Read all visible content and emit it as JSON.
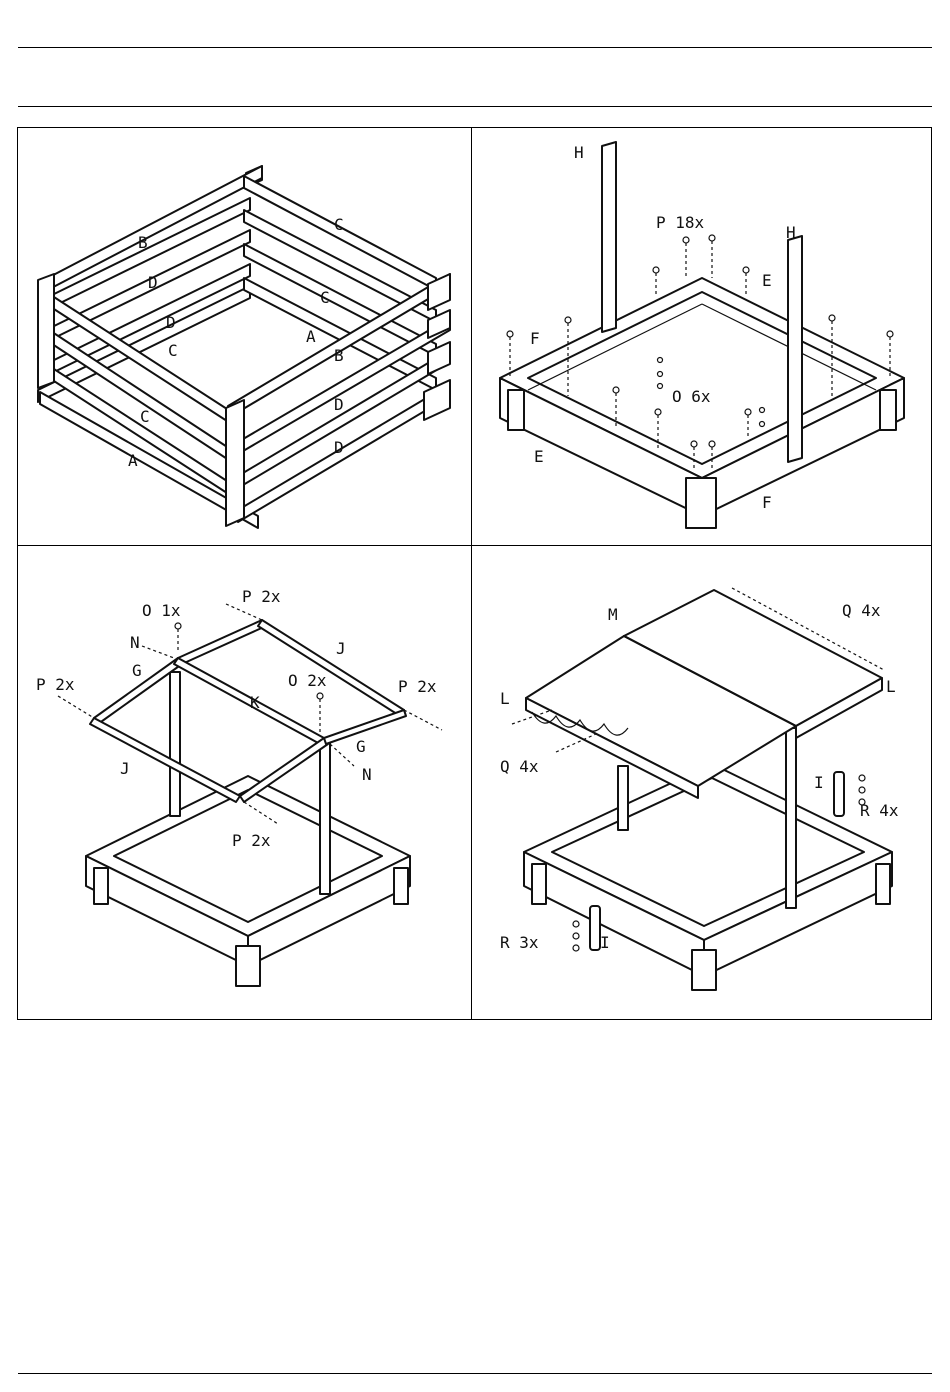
{
  "step1": {
    "labels": [
      "B",
      "C",
      "D",
      "C",
      "D",
      "A",
      "C",
      "B",
      "C",
      "D",
      "A",
      "D"
    ]
  },
  "step2": {
    "labels": [
      "H",
      "P 18x",
      "H",
      "E",
      "F",
      "O 6x",
      "E",
      "F"
    ]
  },
  "step3": {
    "labels": [
      "O 1x",
      "P 2x",
      "N",
      "J",
      "G",
      "P 2x",
      "O 2x",
      "P 2x",
      "K",
      "J",
      "G",
      "N",
      "P 2x"
    ]
  },
  "step4": {
    "labels": [
      "M",
      "Q  4x",
      "L",
      "L",
      "Q  4x",
      "I",
      "R  4x",
      "R  3x",
      "I"
    ]
  }
}
